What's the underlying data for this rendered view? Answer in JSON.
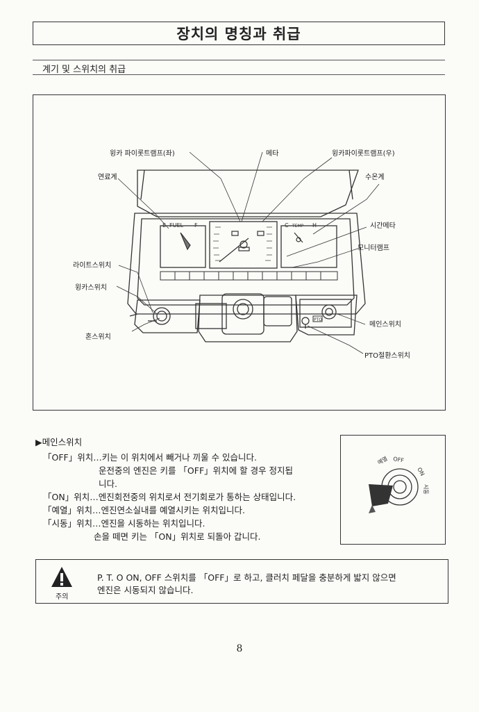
{
  "page": {
    "title": "장치의 명칭과 취급",
    "section_heading": "계기 및 스위치의 취급",
    "page_number": "8"
  },
  "diagram": {
    "labels": {
      "winker_left": "윙카 파이롯트램프(좌)",
      "meter": "메타",
      "winker_right": "윙카파이롯트램프(우)",
      "fuel_gauge": "연료계",
      "water_temp_gauge": "수온계",
      "hour_meter": "시간메타",
      "monitor_lamp": "모니터램프",
      "light_switch": "라이트스위치",
      "winker_switch": "윙카스위치",
      "horn_switch": "혼스위치",
      "main_switch": "메인스위치",
      "pto_switch": "PTO절환스위치"
    },
    "gauge_text": {
      "fuel_e": "E",
      "fuel_word": "FUEL",
      "fuel_f": "F",
      "temp_c": "C",
      "temp_word": "TEMP",
      "temp_h": "H",
      "pto_tag": "PTO"
    }
  },
  "instructions": {
    "heading": "▶메인스위치",
    "lines": [
      "「OFF」위치…키는 이 위치에서 빼거나 끼울 수 있습니다.",
      "운전중의 엔진은 키를 「OFF」위치에 할 경우 정지됩",
      "니다.",
      "「ON」위치…엔진회전중의 위치로서 전기회로가 통하는 상태입니다.",
      "「예열」위치…엔진연소실내를 예열시키는 위치입니다.",
      "「시동」위치…엔진을 시동하는 위치입니다.",
      "손을 떼면 키는 「ON」위치로 되돌아 갑니다."
    ],
    "switch_positions": {
      "preheat": "예열",
      "off": "OFF",
      "on": "ON",
      "start": "시동"
    }
  },
  "warning": {
    "label": "주의",
    "line1": "P. T. O ON, OFF 스위치를 「OFF」로 하고, 클러치 페달을 충분하게 밟지 않으면",
    "line2": "엔진은 시동되지 않습니다."
  }
}
